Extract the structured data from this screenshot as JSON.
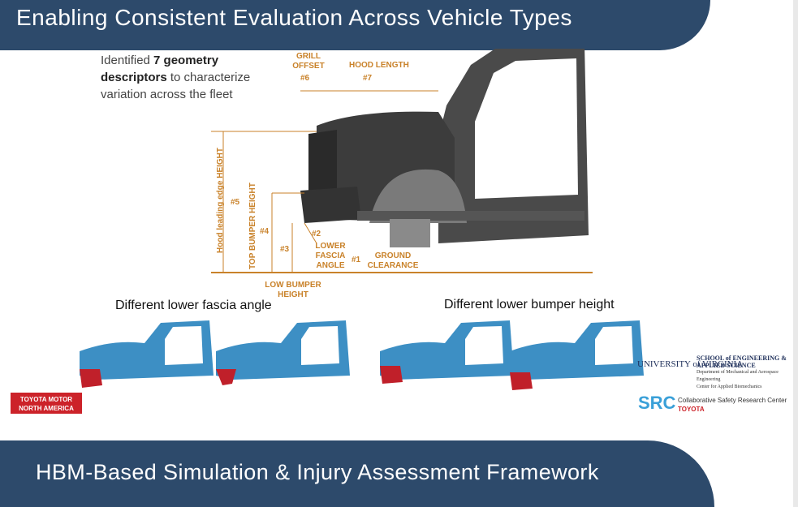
{
  "slide_title": "Enabling Consistent Evaluation Across Vehicle Types",
  "next_title": "HBM-Based Simulation & Injury Assessment Framework",
  "intro": {
    "text_before": "Identified ",
    "bold": "7 geometry descriptors",
    "text_after": " to characterize variation across the fleet"
  },
  "descriptors": {
    "grill_offset": "GRILL OFFSET",
    "grill_num": "#6",
    "hood_length": "HOOD LENGTH",
    "hood_num": "#7",
    "hood_leading_edge": "Hood leading edge HEIGHT",
    "hood_leading_num": "#5",
    "top_bumper": "TOP BUMPER HEIGHT",
    "top_bumper_num": "#4",
    "low_bumper_num": "#3",
    "low_bumper": "LOW BUMPER HEIGHT",
    "lower_fascia_num": "#2",
    "lower_fascia": "LOWER FASCIA ANGLE",
    "ground_num": "#1",
    "ground_clearance": "GROUND CLEARANCE"
  },
  "captions": {
    "left": "Different lower fascia angle",
    "right": "Different lower bumper height"
  },
  "logos": {
    "toyota": "TOYOTA MOTOR NORTH AMERICA",
    "uva": "UNIVERSITY of VIRGINIA",
    "seas_title": "SCHOOL of ENGINEERING & APPLIED SCIENCE",
    "seas_dept": "Department of Mechanical and Aerospace Engineering",
    "seas_center": "Center for Applied Biomechanics",
    "csrc_mark": "SRC",
    "csrc_name": "Collaborative Safety Research Center",
    "csrc_toyota": "TOYOTA"
  },
  "colors": {
    "banner": "#2d4a6b",
    "dimension": "#c9822a",
    "vehicle_model": "#3d8fc4",
    "bumper": "#c0202a"
  }
}
